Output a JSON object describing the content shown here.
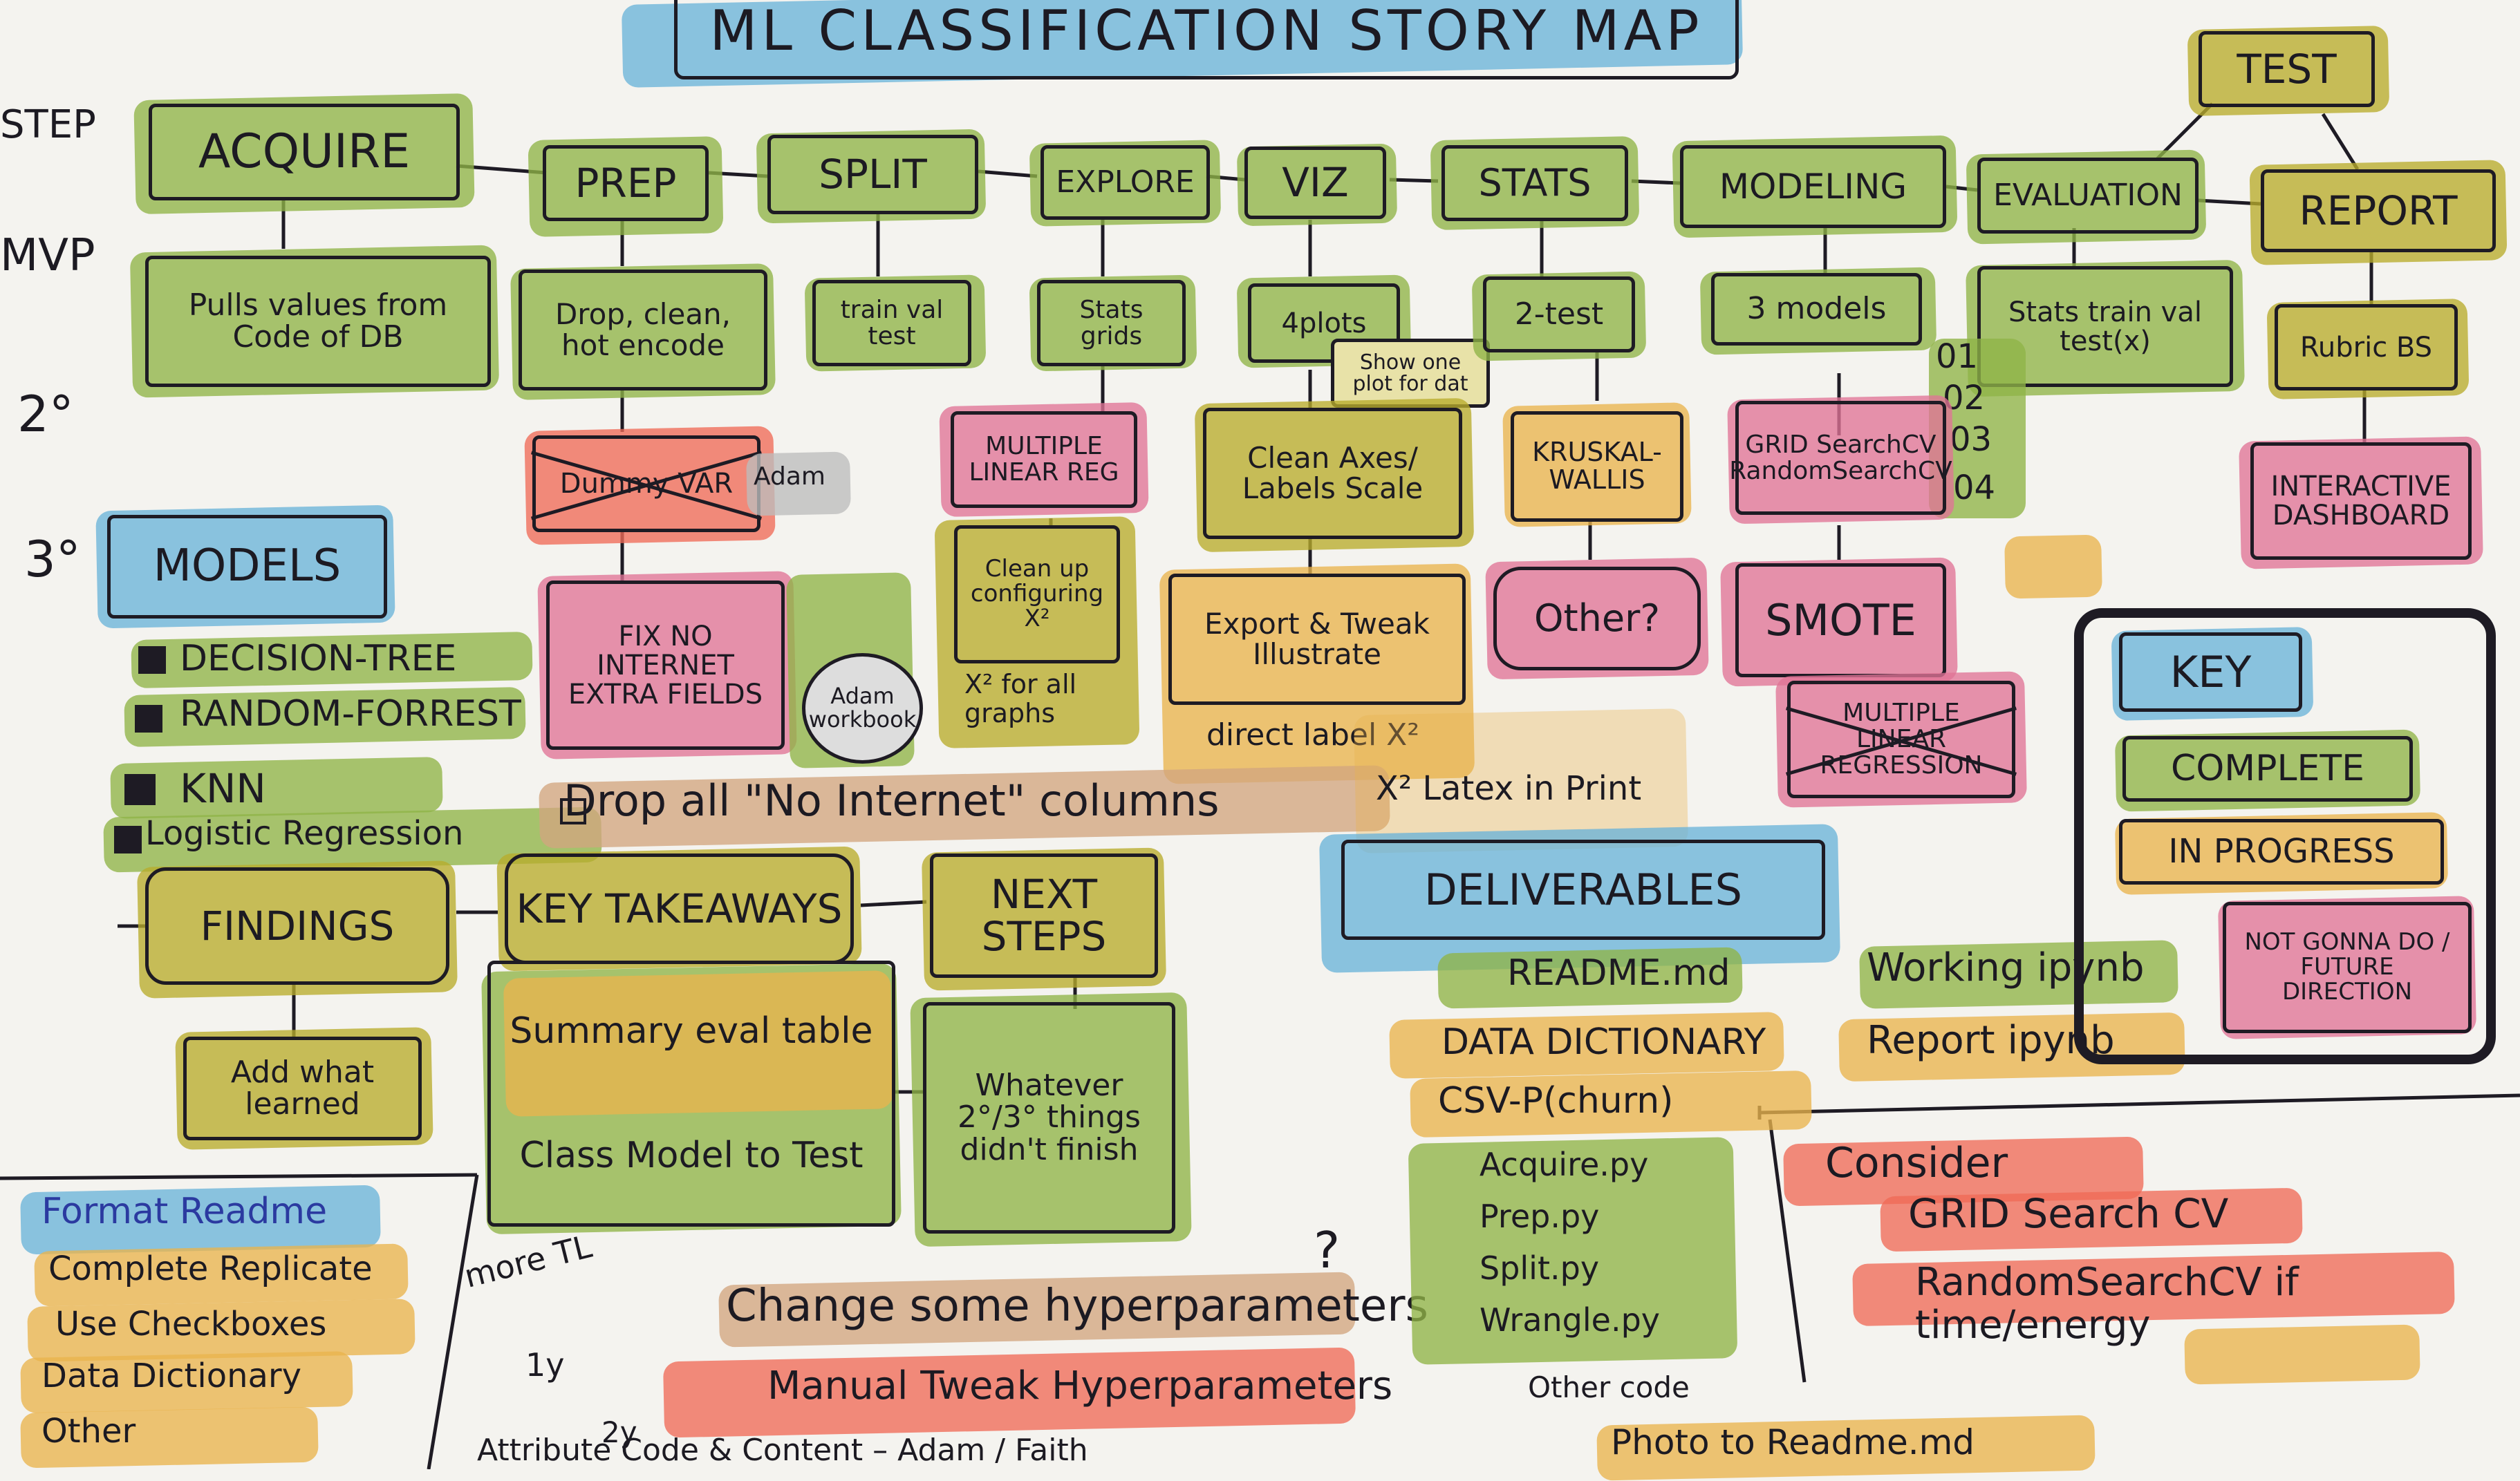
{
  "title": "ML CLASSIFICATION STORY MAP",
  "row_labels": [
    "STEP",
    "MVP",
    "2°",
    "3°"
  ],
  "colors": {
    "green": "#8fb346",
    "olive": "#b9ac2b",
    "pink": "#e07396",
    "salmon": "#f06a57",
    "orange": "#e9b34d",
    "blue": "#6ab3d9",
    "gray": "#bdbdbd"
  },
  "steps": {
    "acquire": "ACQUIRE",
    "prep": "PREP",
    "split": "SPLIT",
    "explore": "EXPLORE",
    "viz": "VIZ",
    "stats": "STATS",
    "modeling": "MODELING",
    "evaluation": "EVALUATION",
    "report": "REPORT",
    "test": "TEST"
  },
  "mvp": {
    "acquire": "Pulls values from Code of DB",
    "prep": "Drop, clean, hot encode",
    "split": "train val test",
    "explore": "Stats grids",
    "viz": "4plots",
    "stats": "2-test",
    "modeling": "3 models",
    "evaluation": "Stats train val test(x)",
    "report": "Rubric BS"
  },
  "viz_note": "Show one plot for dat",
  "model_numbers": [
    "01",
    "02",
    "03",
    "04"
  ],
  "secondary": {
    "prep": "Dummy VAR",
    "prep_tag": "Adam",
    "explore": "MULTIPLE LINEAR REG",
    "viz": "Clean Axes/ Labels Scale",
    "stats": "KRUSKAL-WALLIS",
    "modeling": "GRID SearchCV RandomSearchCV",
    "report": "INTERACTIVE DASHBOARD"
  },
  "tertiary": {
    "prep": "FIX NO INTERNET EXTRA FIELDS",
    "prep_note": "Adam workbook",
    "explore": "Clean up configuring X²",
    "explore_note": "X² for all graphs",
    "viz": "Export & Tweak Illustrate",
    "viz_note": "direct label X²",
    "stats": "Other?",
    "modeling": "SMOTE",
    "modeling_extra": "MULTIPLE LINEAR REGRESSION"
  },
  "models_heading": "MODELS",
  "models_list": [
    "DECISION-TREE",
    "RANDOM-FORREST",
    "KNN",
    "Logistic Regression"
  ],
  "drop_note": "Drop all \"No Internet\" columns",
  "x2_latex": "X²  Latex in Print",
  "bottom": {
    "findings": "FINDINGS",
    "findings_sub": "Add what learned",
    "key_takeaways": "KEY TAKEAWAYS",
    "takeaways_items": [
      "Summary eval table",
      "Class Model to Test"
    ],
    "next_steps": "NEXT STEPS",
    "next_steps_sub": "Whatever 2°/3° things didn't finish"
  },
  "format_readme": {
    "heading": "Format Readme",
    "items": [
      "Complete Replicate",
      "Use Checkboxes",
      "Data Dictionary",
      "Other"
    ]
  },
  "misc_notes": {
    "more": "more TL",
    "one": "1y",
    "q": "?",
    "change": "Change some hyperparameters",
    "manual": "Manual Tweak Hyperparameters",
    "attribute": "Attribute Code & Content – Adam / Faith",
    "two": "2y"
  },
  "deliverables": {
    "heading": "DELIVERABLES",
    "items": [
      "README.md",
      "DATA DICTIONARY",
      "CSV-P(churn)",
      "Working ipynb",
      "Report ipynb"
    ],
    "py_files": [
      "Acquire.py",
      "Prep.py",
      "Split.py",
      "Wrangle.py"
    ],
    "other": "Other code",
    "photo": "Photo to Readme.md"
  },
  "consider": {
    "heading": "Consider",
    "items": [
      "GRID Search CV",
      "RandomSearchCV if time/energy"
    ]
  },
  "key": {
    "heading": "KEY",
    "items": [
      "COMPLETE",
      "IN PROGRESS",
      "NOT GONNA DO / FUTURE DIRECTION"
    ]
  }
}
